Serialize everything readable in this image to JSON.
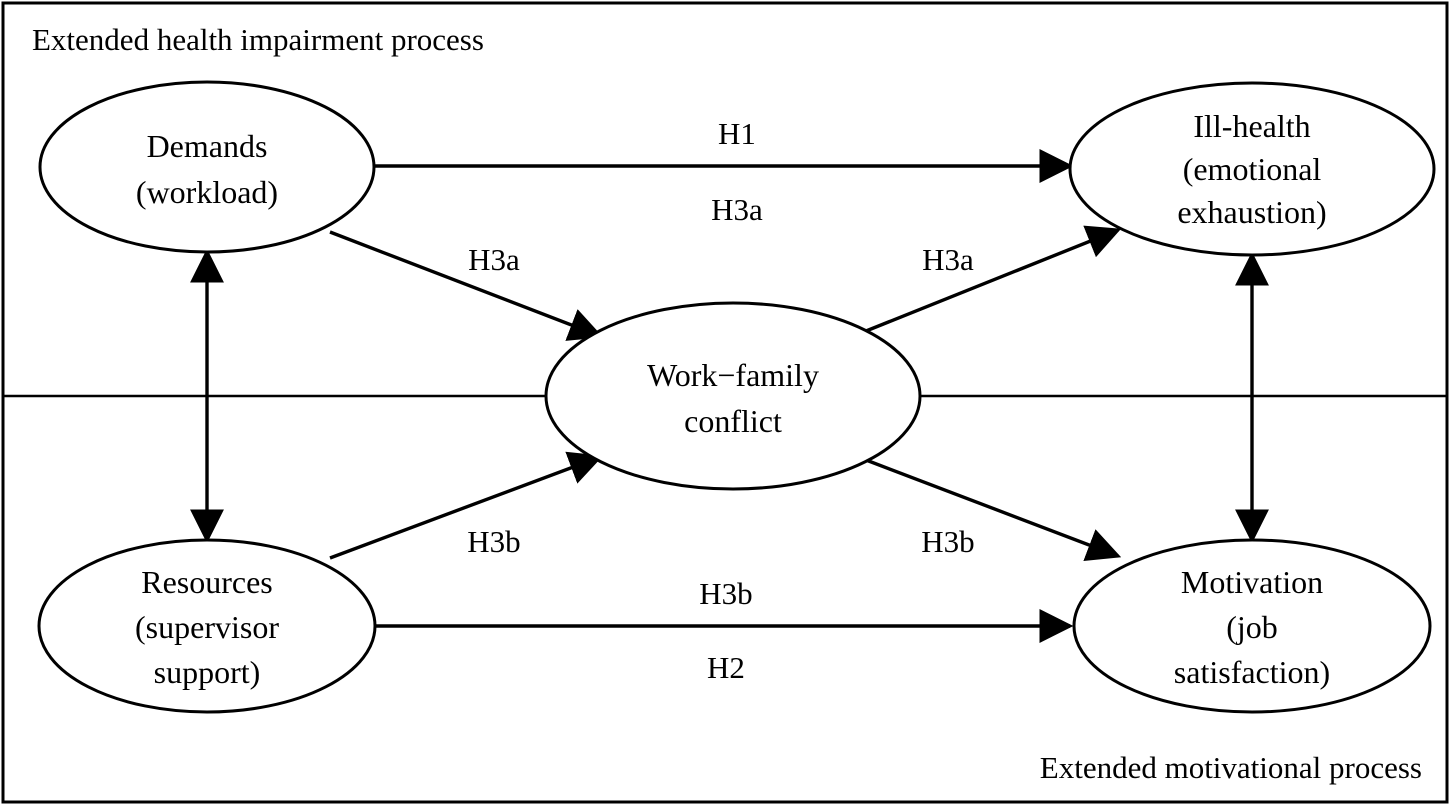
{
  "regions": {
    "top_title": "Extended health impairment process",
    "bottom_title": "Extended motivational process"
  },
  "nodes": {
    "demands": {
      "line1": "Demands",
      "line2": "(workload)"
    },
    "ill_health": {
      "line1": "Ill-health",
      "line2": "(emotional",
      "line3": "exhaustion)"
    },
    "wfc": {
      "line1": "Work−family",
      "line2": "conflict"
    },
    "resources": {
      "line1": "Resources",
      "line2": "(supervisor",
      "line3": "support)"
    },
    "motivation": {
      "line1": "Motivation",
      "line2": "(job",
      "line3": "satisfaction)"
    }
  },
  "paths": {
    "h1": "H1",
    "h3a_direct": "H3a",
    "h3a_left": "H3a",
    "h3a_right": "H3a",
    "h3b_left": "H3b",
    "h3b_right": "H3b",
    "h3b_direct": "H3b",
    "h2": "H2"
  }
}
